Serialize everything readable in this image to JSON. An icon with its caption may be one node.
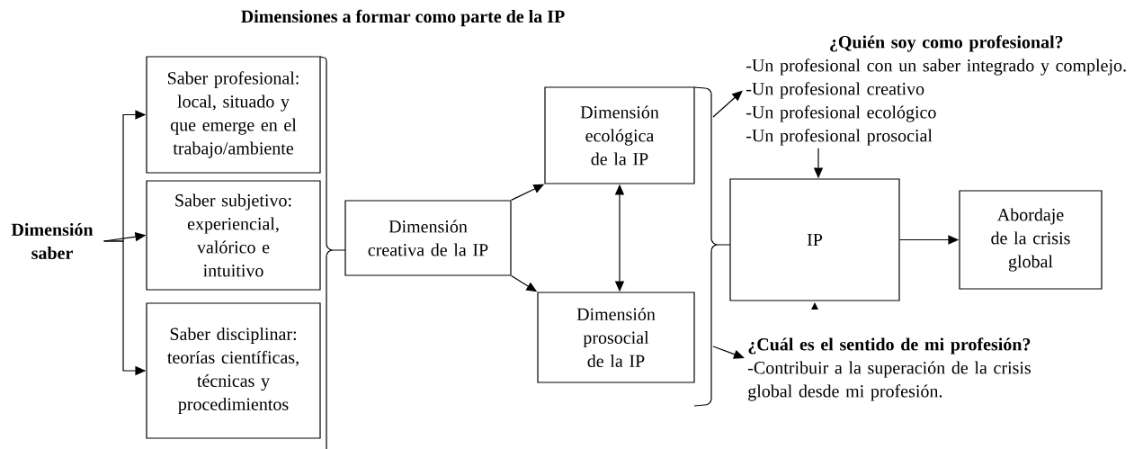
{
  "diagram": {
    "title": "Dimensiones a formar como parte de la IP",
    "nodes": [
      {
        "text": [
          "Dimensión saber"
        ]
      },
      {
        "text": [
          "Saber profesional: local, situado y que emerge en el trabajo/ambiente"
        ]
      },
      {
        "text": [
          "Saber subjetivo: experiencial, valórico e intuitivo"
        ]
      },
      {
        "text": [
          "Saber disciplinar: teorías científicas, técnicas y procedimientos"
        ]
      },
      {
        "text": [
          "Dimensión creativa de la IP"
        ]
      },
      {
        "text": [
          "Dimensión ecológica de la IP"
        ]
      },
      {
        "text": [
          "Dimensión prosocial de la IP"
        ]
      },
      {
        "text": [
          "¿Quién soy como profesional?",
          "-Un profesional con un saber integrado y complejo.",
          "-Un profesional creativo",
          "-Un profesional ecológico",
          "-Un profesional prosocial"
        ]
      },
      {
        "text": [
          "IP"
        ]
      },
      {
        "text": [
          "Abordaje de la crisis global"
        ]
      },
      {
        "text": [
          "¿Cuál es el sentido de mi profesión?",
          "-Contribuir a la superación de la crisis global desde mi profesión."
        ]
      }
    ],
    "edges": [
      {
        "from": 0,
        "to": 1,
        "arrow": "to"
      },
      {
        "from": 0,
        "to": 2,
        "arrow": "to"
      },
      {
        "from": 0,
        "to": 3,
        "arrow": "to"
      },
      {
        "from": 4,
        "to": 5,
        "arrow": "to"
      },
      {
        "from": 4,
        "to": 6,
        "arrow": "to"
      },
      {
        "from": 5,
        "to": 6,
        "arrow": "both"
      },
      {
        "from": null,
        "to": 7,
        "arrow": "to"
      },
      {
        "from": null,
        "to": 10,
        "arrow": "to"
      },
      {
        "from": 7,
        "to": 8,
        "arrow": "to"
      },
      {
        "from": 8,
        "to": 9,
        "arrow": "to"
      }
    ]
  }
}
